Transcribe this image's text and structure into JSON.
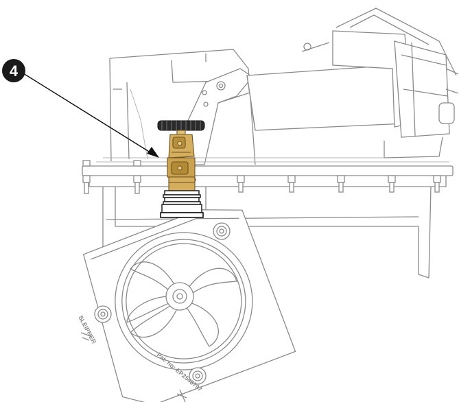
{
  "callout": {
    "number": "4"
  },
  "engraving": {
    "brand": "SLEIPNER",
    "patent": "Pat. no: EP2548797"
  },
  "colors": {
    "line": "#8a8a8a",
    "highlight": "#c9a24a",
    "callout_fill": "#1a1a1a"
  }
}
